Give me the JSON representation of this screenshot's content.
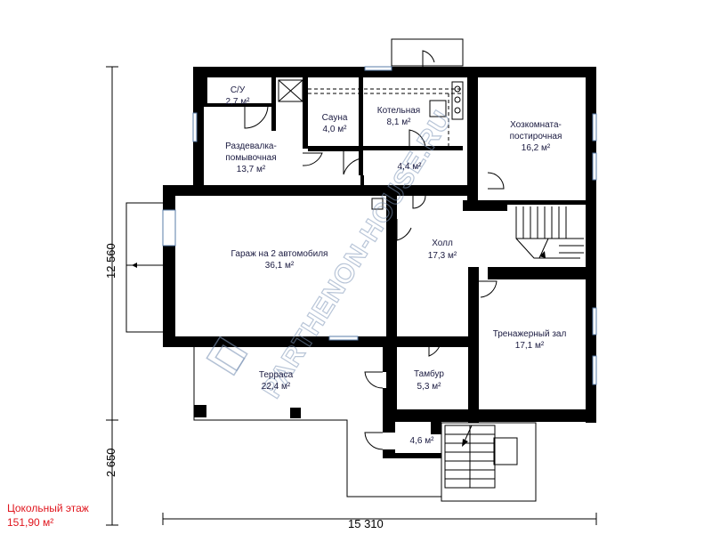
{
  "rooms": {
    "su": {
      "name": "С/У",
      "area": "2,7 м²"
    },
    "razdevalka": {
      "name1": "Раздевалка-",
      "name2": "помывочная",
      "area": "13,7 м²"
    },
    "sauna": {
      "name": "Сауна",
      "area": "4,0 м²"
    },
    "kotelnaya": {
      "name": "Котельная",
      "area": "8,1 м²"
    },
    "corridor": {
      "area": "4,4 м²"
    },
    "hozkomnata": {
      "name1": "Хозкомната-",
      "name2": "постирочная",
      "area": "16,2 м²"
    },
    "garage": {
      "name": "Гараж на 2 автомобиля",
      "area": "36,1 м²"
    },
    "holl": {
      "name": "Холл",
      "area": "17,3 м²"
    },
    "trenazher": {
      "name": "Тренажерный зал",
      "area": "17,1 м²"
    },
    "terrasa": {
      "name": "Терраса",
      "area": "22,4 м²"
    },
    "tambur": {
      "name": "Тамбур",
      "area": "5,3 м²"
    },
    "porch": {
      "area": "4,6 м²"
    }
  },
  "dimensions": {
    "height_main": "12 560",
    "height_lower": "2 650",
    "width": "15 310"
  },
  "floor": {
    "name": "Цокольный этаж",
    "area": "151,90 м²"
  },
  "watermark": "PARTHENON-HOUSE.RU",
  "colors": {
    "walls": "#000000",
    "labels": "#1a1a40",
    "title": "#e0151d",
    "windows": "#5a7ca8"
  }
}
